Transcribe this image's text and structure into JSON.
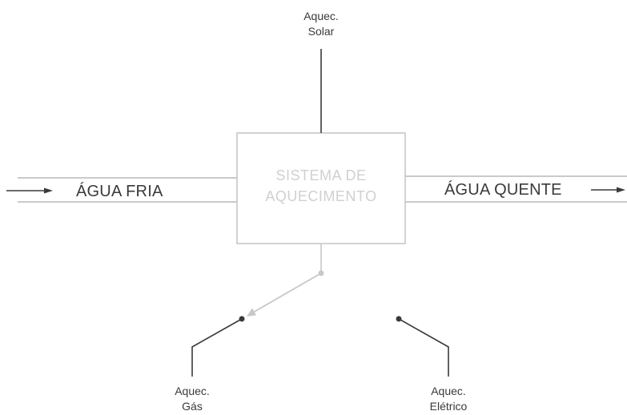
{
  "system": {
    "line1": "SISTEMA DE",
    "line2": "AQUECIMENTO"
  },
  "input": {
    "label": "ÁGUA FRIA"
  },
  "output": {
    "label": "ÁGUA QUENTE"
  },
  "heaters": {
    "solar": {
      "line1": "Aquec.",
      "line2": "Solar"
    },
    "gas": {
      "line1": "Aquec.",
      "line2": "Gás"
    },
    "electric": {
      "line1": "Aquec.",
      "line2": "Elétrico"
    }
  },
  "colors": {
    "line": "#3a3a3a",
    "pipe": "#b8b8b8",
    "box": "#c4c4c4",
    "switch_arm": "#c8c8c8"
  }
}
